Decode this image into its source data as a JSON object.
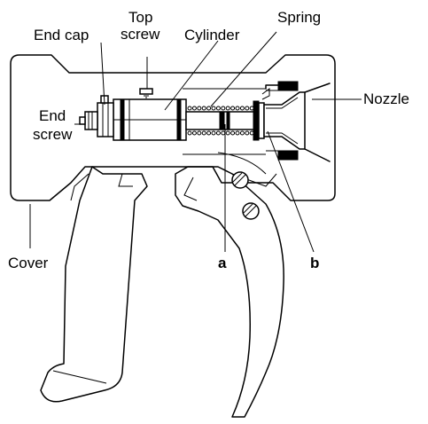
{
  "labels": {
    "top": "Top",
    "screw": "screw",
    "end_cap": "End cap",
    "cylinder": "Cylinder",
    "spring": "Spring",
    "nozzle": "Nozzle",
    "end": "End",
    "end_screw_2": "screw",
    "cover": "Cover",
    "a": "a",
    "b": "b"
  }
}
